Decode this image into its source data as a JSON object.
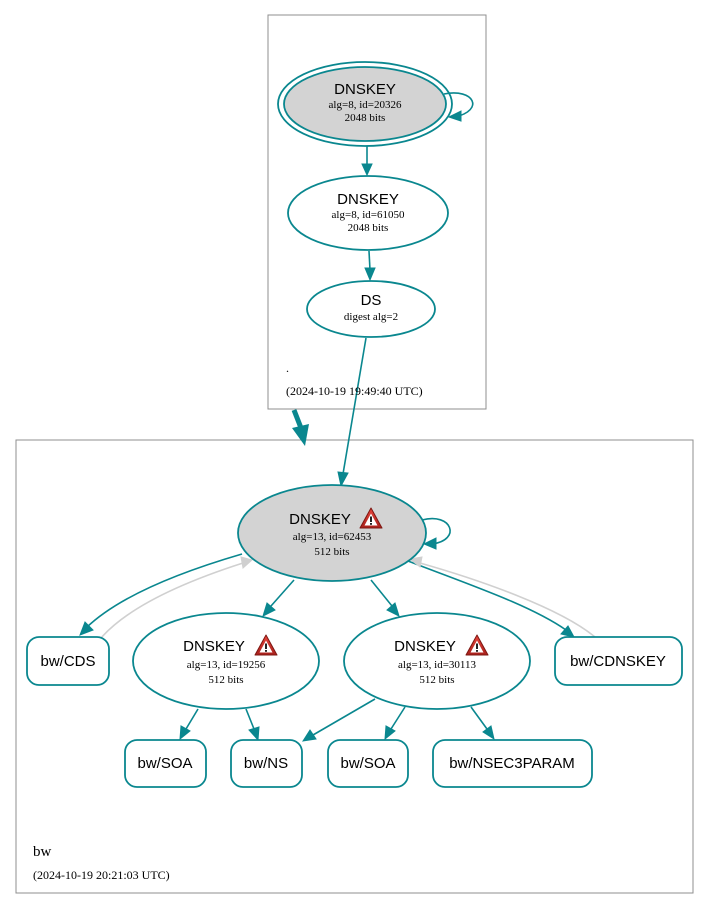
{
  "colors": {
    "edge": "#0a878f",
    "gray_edge": "#d0d0d0",
    "ksk_fill": "#d3d3d3",
    "warning": "#c8322a"
  },
  "zones": {
    "root": {
      "name": ".",
      "timestamp": "(2024-10-19 19:49:40 UTC)"
    },
    "bw": {
      "name": "bw",
      "timestamp": "(2024-10-19 20:21:03 UTC)"
    }
  },
  "nodes": {
    "root_ksk": {
      "title": "DNSKEY",
      "line1": "alg=8, id=20326",
      "line2": "2048 bits"
    },
    "root_zsk": {
      "title": "DNSKEY",
      "line1": "alg=8, id=61050",
      "line2": "2048 bits"
    },
    "root_ds": {
      "title": "DS",
      "line1": "digest alg=2"
    },
    "bw_ksk": {
      "title": "DNSKEY",
      "line1": "alg=13, id=62453",
      "line2": "512 bits",
      "icon": "warning-icon"
    },
    "bw_zsk1": {
      "title": "DNSKEY",
      "line1": "alg=13, id=19256",
      "line2": "512 bits",
      "icon": "warning-icon"
    },
    "bw_zsk2": {
      "title": "DNSKEY",
      "line1": "alg=13, id=30113",
      "line2": "512 bits",
      "icon": "warning-icon"
    },
    "bw_cds": {
      "label": "bw/CDS"
    },
    "bw_cdnskey": {
      "label": "bw/CDNSKEY"
    },
    "bw_soa1": {
      "label": "bw/SOA"
    },
    "bw_ns": {
      "label": "bw/NS"
    },
    "bw_soa2": {
      "label": "bw/SOA"
    },
    "bw_nsec3param": {
      "label": "bw/NSEC3PARAM"
    }
  }
}
